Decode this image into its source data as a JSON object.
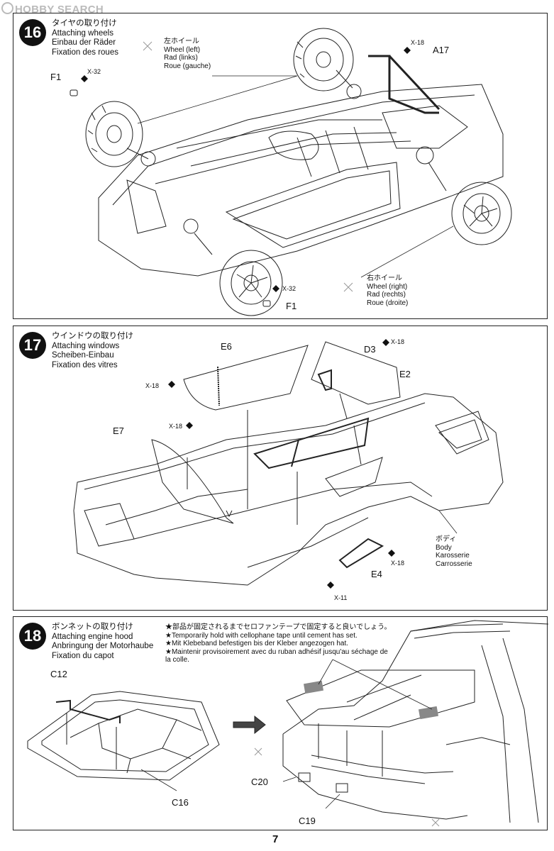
{
  "watermark": "HOBBY SEARCH",
  "page_number": "7",
  "steps": [
    {
      "number": "16",
      "title_jp": "タイヤの取り付け",
      "title_en": "Attaching wheels",
      "title_de": "Einbau der Räder",
      "title_fr": "Fixation des roues",
      "labels": {
        "left_wheel_jp": "左ホイール",
        "left_wheel_en": "Wheel (left)",
        "left_wheel_de": "Rad (links)",
        "left_wheel_fr": "Roue (gauche)",
        "right_wheel_jp": "右ホイール",
        "right_wheel_en": "Wheel (right)",
        "right_wheel_de": "Rad (rechts)",
        "right_wheel_fr": "Roue (droite)",
        "f1_top": "F1",
        "f1_bottom": "F1",
        "x32_top": "X-32",
        "x32_bottom": "X-32",
        "x18": "X-18",
        "a17": "A17"
      }
    },
    {
      "number": "17",
      "title_jp": "ウインドウの取り付け",
      "title_en": "Attaching windows",
      "title_de": "Scheiben-Einbau",
      "title_fr": "Fixation des vitres",
      "labels": {
        "e6": "E6",
        "d3": "D3",
        "e2": "E2",
        "e7": "E7",
        "e4": "E4",
        "x18_a": "X-18",
        "x18_b": "X-18",
        "x18_c": "X-18",
        "x18_d": "X-18",
        "x11": "X-11",
        "body_jp": "ボディ",
        "body_en": "Body",
        "body_de": "Karosserie",
        "body_fr": "Carrosserie"
      }
    },
    {
      "number": "18",
      "title_jp": "ボンネットの取り付け",
      "title_en": "Attaching engine hood",
      "title_de": "Anbringung der Motorhaube",
      "title_fr": "Fixation du capot",
      "notes": [
        "★部品が固定されるまでセロファンテープで固定すると良いでしょう。",
        "★Temporarily hold with cellophane tape until cement has set.",
        "★Mit Klebeband befestigen bis der Kleber angezogen hat.",
        "★Maintenir provisoirement avec du ruban adhésif jusqu'au séchage de",
        "la colle."
      ],
      "labels": {
        "c12": "C12",
        "c16": "C16",
        "c20": "C20",
        "c19": "C19"
      }
    }
  ]
}
